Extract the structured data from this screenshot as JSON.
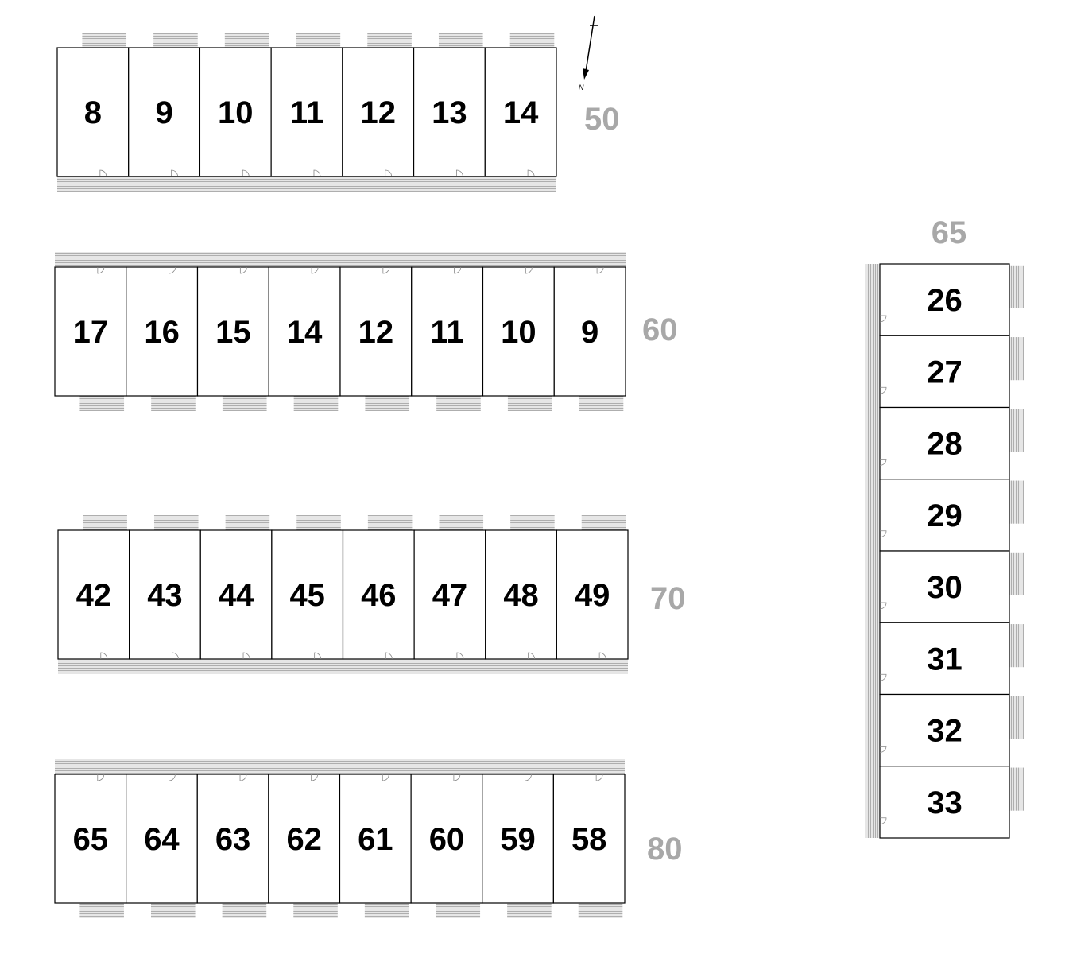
{
  "compass": {
    "label": "N"
  },
  "colors": {
    "outline": "#000000",
    "row_label": "#a8a8a8",
    "deck_fill": "#dcdcdc",
    "deck_line": "#9a9a9a"
  },
  "rows": [
    {
      "row_number": "50",
      "units": [
        "8",
        "9",
        "10",
        "11",
        "12",
        "13",
        "14"
      ]
    },
    {
      "row_number": "60",
      "units": [
        "17",
        "16",
        "15",
        "14",
        "12",
        "11",
        "10",
        "9"
      ]
    },
    {
      "row_number": "70",
      "units": [
        "42",
        "43",
        "44",
        "45",
        "46",
        "47",
        "48",
        "49"
      ]
    },
    {
      "row_number": "80",
      "units": [
        "65",
        "64",
        "63",
        "62",
        "61",
        "60",
        "59",
        "58"
      ]
    }
  ],
  "column": {
    "row_number": "65",
    "units": [
      "26",
      "27",
      "28",
      "29",
      "30",
      "31",
      "32",
      "33"
    ]
  }
}
